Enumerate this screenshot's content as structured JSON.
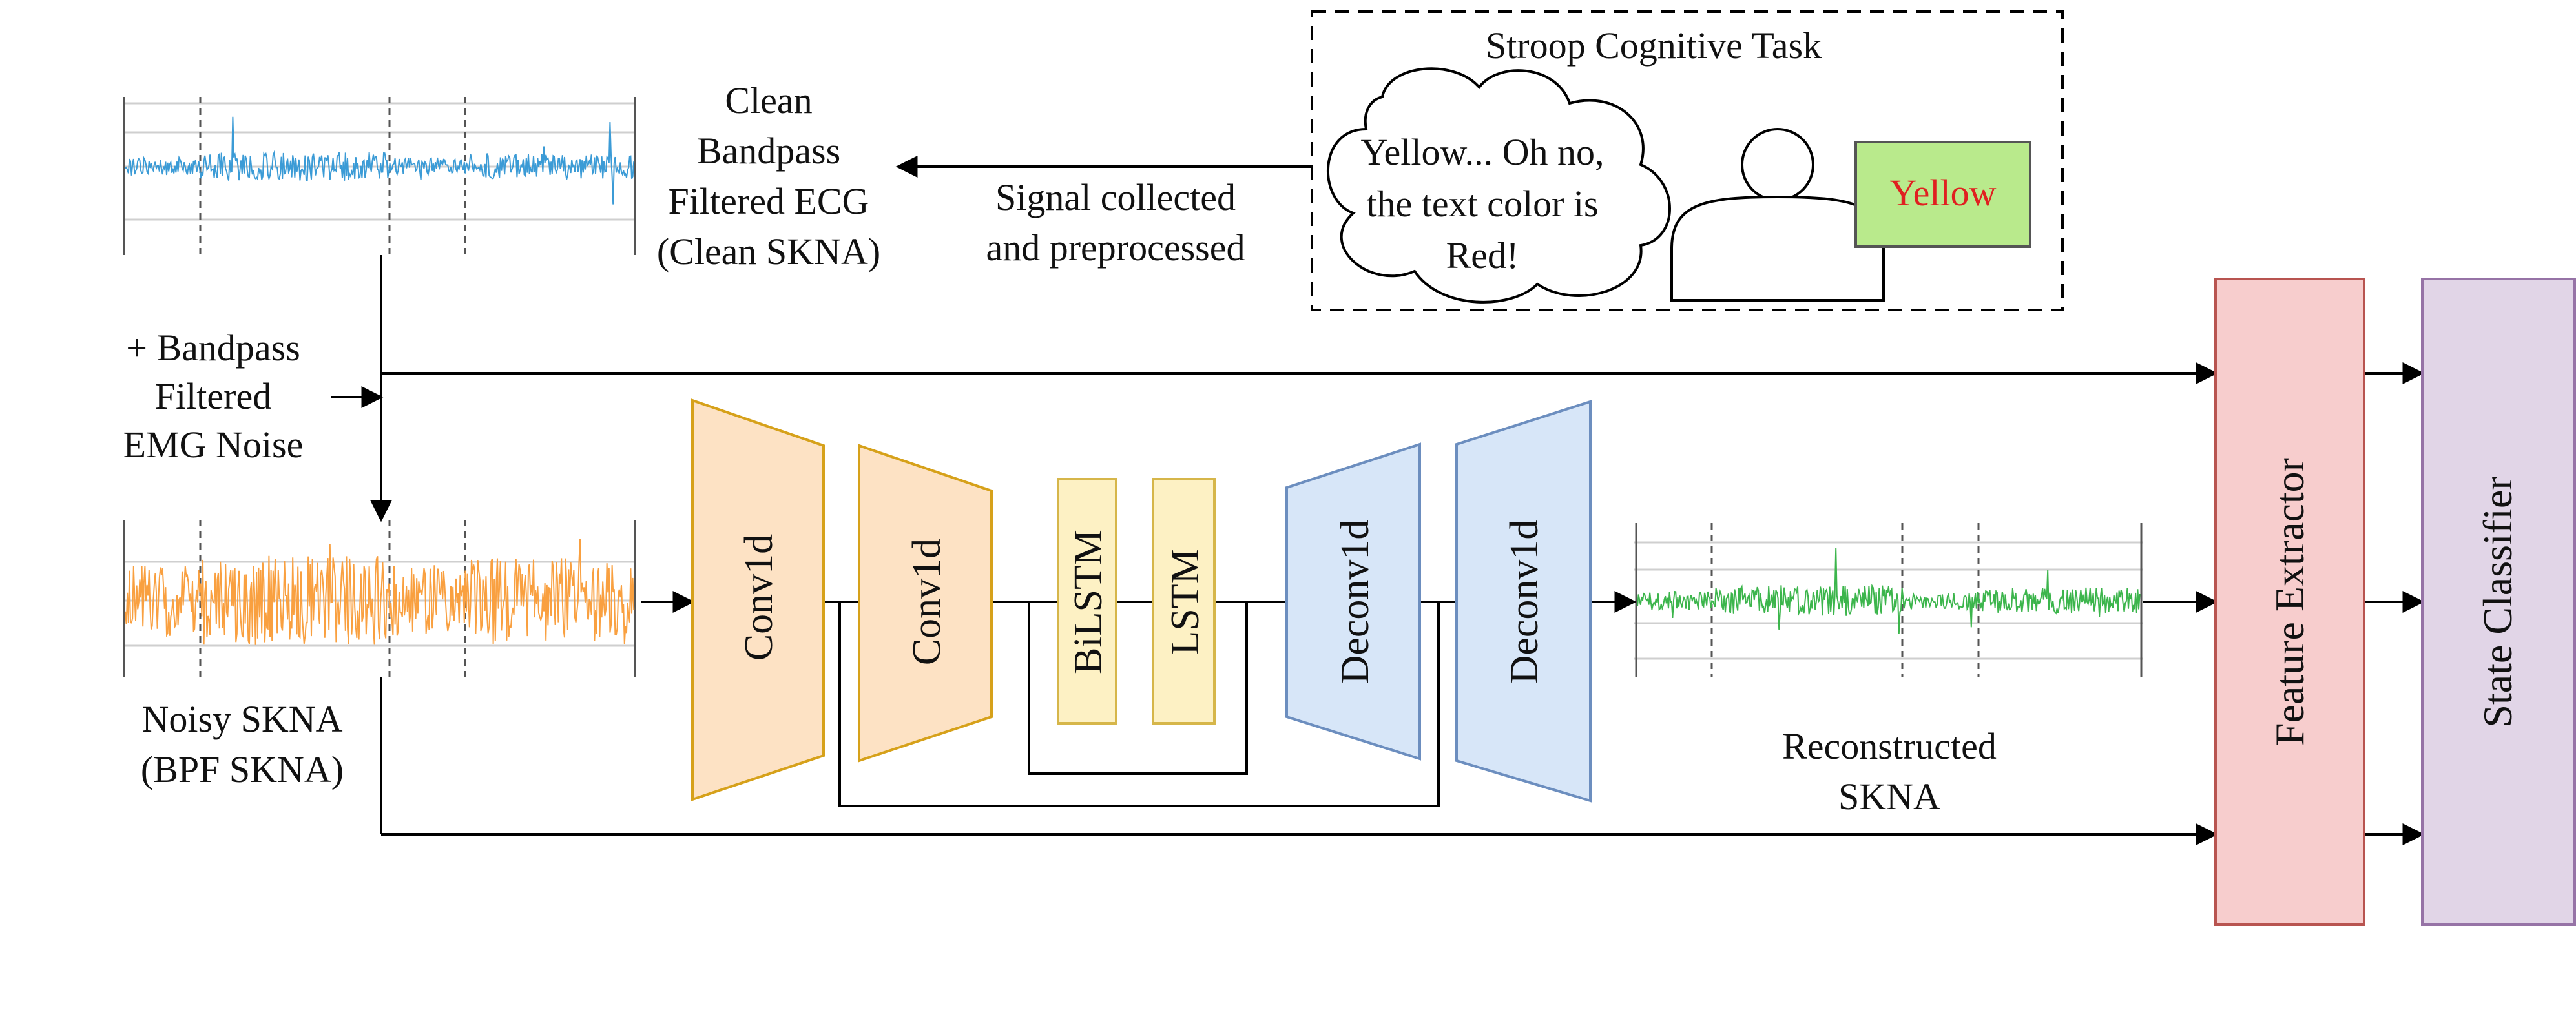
{
  "stroop": {
    "title": "Stroop Cognitive Task",
    "bubble_lines": [
      "Yellow... Oh no,",
      "the text color is",
      "Red!"
    ],
    "color_word": "Yellow",
    "colors": {
      "word_text": "#e02020",
      "word_box": "#b9ea8c"
    }
  },
  "labels": {
    "clean_lines": [
      "Clean",
      "Bandpass",
      "Filtered ECG",
      "(Clean SKNA)"
    ],
    "collect_lines": [
      "Signal collected",
      "and preprocessed"
    ],
    "noise_lines": [
      "+ Bandpass",
      "Filtered",
      "EMG Noise"
    ],
    "noisy_lines": [
      "Noisy SKNA",
      "(BPF SKNA)"
    ],
    "recon_lines": [
      "Reconstructed",
      "SKNA"
    ]
  },
  "blocks": {
    "conv1": "Conv1d",
    "conv2": "Conv1d",
    "bilstm": "BiLSTM",
    "lstm": "LSTM",
    "deconv1": "Deconv1d",
    "deconv2": "Deconv1d",
    "feature": "Feature Extractor",
    "classifier": "State Classifier"
  },
  "colors": {
    "clean_signal": "#3b9bd6",
    "noisy_signal": "#f9a040",
    "recon_signal": "#3cb54c",
    "conv_fill": "#fde2c4",
    "conv_stroke": "#d6a11a",
    "lstm_fill": "#fdf1c4",
    "lstm_stroke": "#d6b64a",
    "deconv_fill": "#d7e6f8",
    "deconv_stroke": "#6c8ebf",
    "feature_fill": "#f7cdcd",
    "feature_stroke": "#b85450",
    "classifier_fill": "#e1d5e7",
    "classifier_stroke": "#9673a6"
  }
}
